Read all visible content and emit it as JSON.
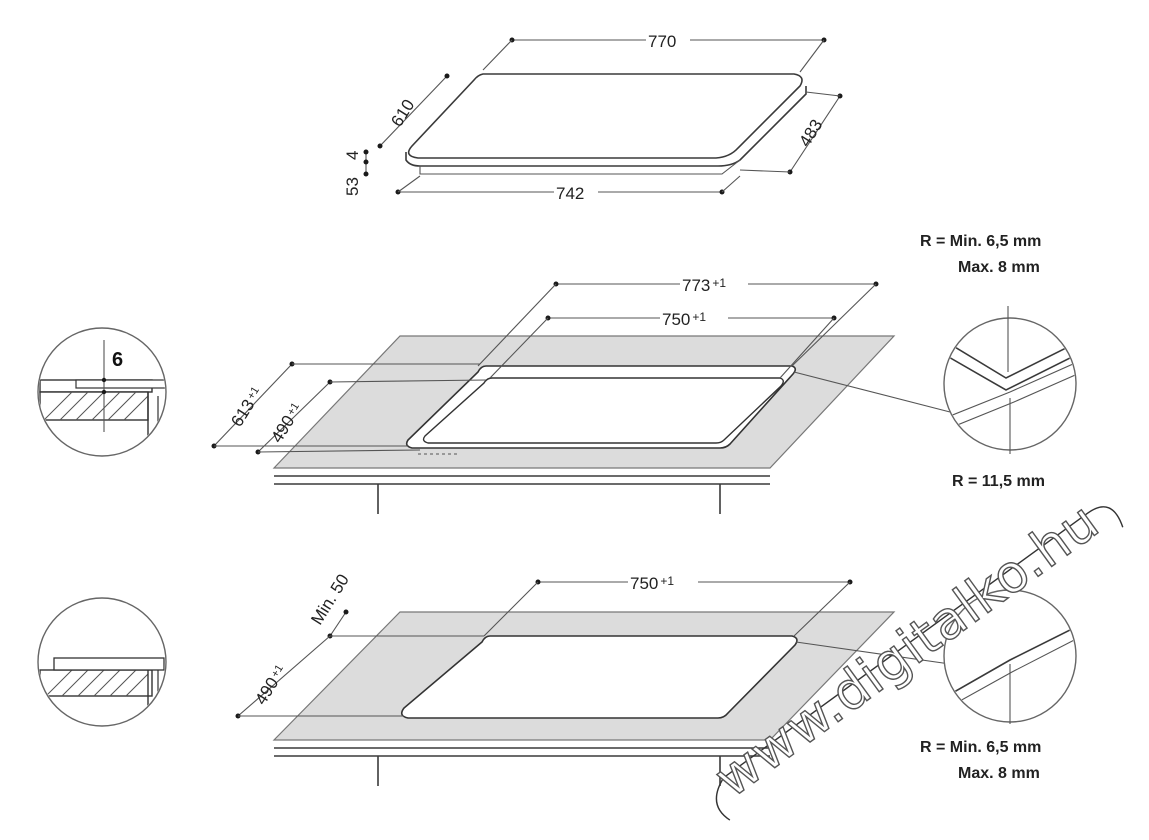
{
  "top_view": {
    "width_top": "770",
    "depth_top": "610",
    "width_bottom": "742",
    "depth_right": "483",
    "thickness_glass": "4",
    "thickness_body": "53"
  },
  "flush_cutout": {
    "outer_width": "773",
    "outer_width_tol": "+1",
    "inner_width": "750",
    "inner_width_tol": "+1",
    "outer_depth": "613",
    "outer_depth_tol": "+1",
    "inner_depth": "490",
    "inner_depth_tol": "+1",
    "step_depth": "6",
    "radius_note_line1": "R = Min. 6,5 mm",
    "radius_note_line2": "Max. 8 mm",
    "outer_radius_note": "R = 11,5 mm"
  },
  "standard_cutout": {
    "width": "750",
    "width_tol": "+1",
    "depth": "490",
    "depth_tol": "+1",
    "min_margin": "Min. 50",
    "radius_note_line1": "R = Min. 6,5 mm",
    "radius_note_line2": "Max. 8 mm"
  },
  "watermark": "www.digitalko.hu"
}
